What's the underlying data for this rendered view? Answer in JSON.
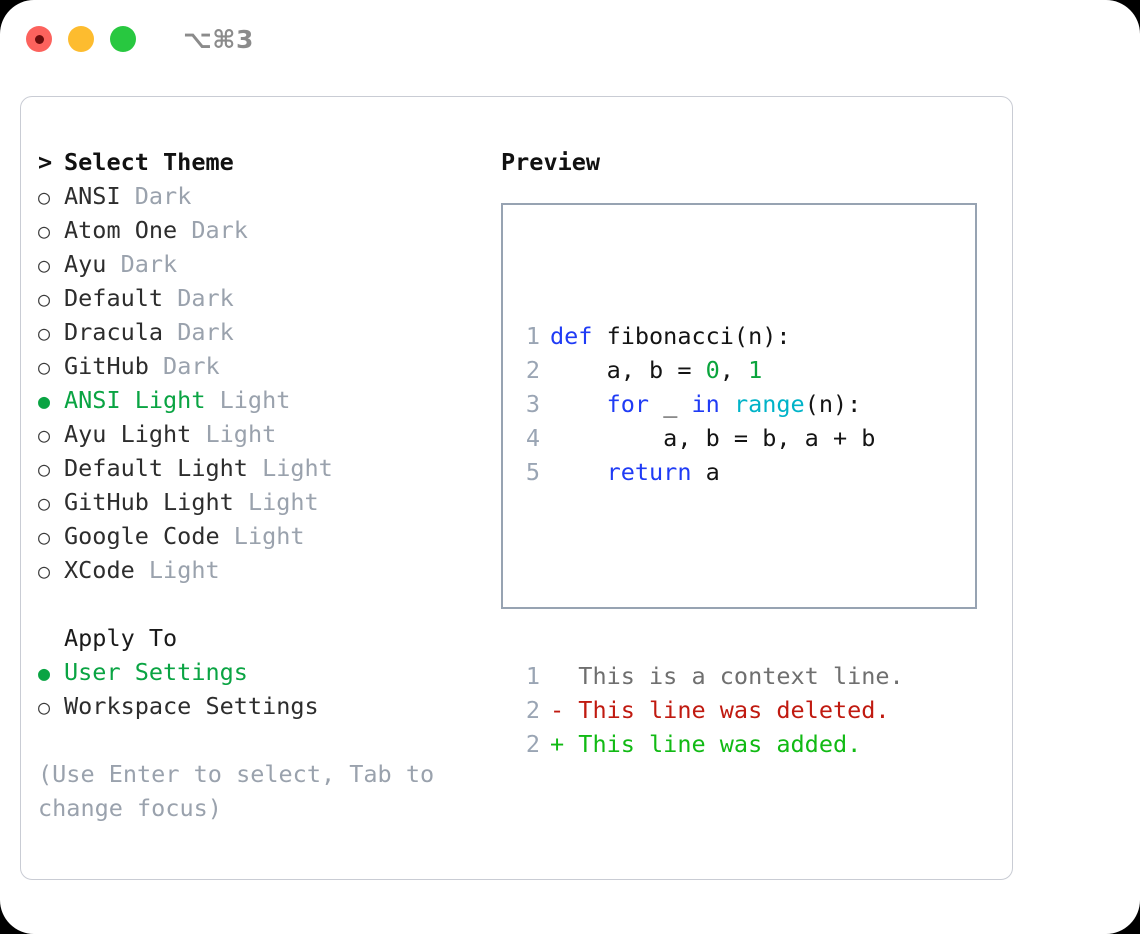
{
  "titlebar": {
    "shortcut": "⌥⌘3",
    "buttons": [
      {
        "name": "close",
        "color": "#fc625d"
      },
      {
        "name": "minimize",
        "color": "#fdbc2f"
      },
      {
        "name": "maximize",
        "color": "#28c840"
      }
    ]
  },
  "theme_list": {
    "header_marker": ">",
    "header_label": "Select Theme",
    "marker_unselected": "○",
    "marker_selected": "●",
    "items": [
      {
        "name": "ANSI",
        "kind": "Dark",
        "selected": false
      },
      {
        "name": "Atom One",
        "kind": "Dark",
        "selected": false
      },
      {
        "name": "Ayu",
        "kind": "Dark",
        "selected": false
      },
      {
        "name": "Default",
        "kind": "Dark",
        "selected": false
      },
      {
        "name": "Dracula",
        "kind": "Dark",
        "selected": false
      },
      {
        "name": "GitHub",
        "kind": "Dark",
        "selected": false
      },
      {
        "name": "ANSI Light",
        "kind": "Light",
        "selected": true
      },
      {
        "name": "Ayu Light",
        "kind": "Light",
        "selected": false
      },
      {
        "name": "Default Light",
        "kind": "Light",
        "selected": false
      },
      {
        "name": "GitHub Light",
        "kind": "Light",
        "selected": false
      },
      {
        "name": "Google Code",
        "kind": "Light",
        "selected": false
      },
      {
        "name": "XCode",
        "kind": "Light",
        "selected": false
      }
    ]
  },
  "apply_to": {
    "header_label": "Apply To",
    "items": [
      {
        "name": "User Settings",
        "selected": true
      },
      {
        "name": "Workspace Settings",
        "selected": false
      }
    ]
  },
  "hint": "(Use Enter to select, Tab to change focus)",
  "preview": {
    "title": "Preview",
    "code_lines": [
      {
        "ln": "1",
        "tokens": [
          {
            "t": "def ",
            "c": "kw"
          },
          {
            "t": "fibonacci(n):",
            "c": "plain"
          }
        ]
      },
      {
        "ln": "2",
        "tokens": [
          {
            "t": "    a, b = ",
            "c": "plain"
          },
          {
            "t": "0",
            "c": "num"
          },
          {
            "t": ", ",
            "c": "plain"
          },
          {
            "t": "1",
            "c": "num"
          }
        ]
      },
      {
        "ln": "3",
        "tokens": [
          {
            "t": "    ",
            "c": "plain"
          },
          {
            "t": "for",
            "c": "kw"
          },
          {
            "t": " _ ",
            "c": "plain"
          },
          {
            "t": "in",
            "c": "kw"
          },
          {
            "t": " ",
            "c": "plain"
          },
          {
            "t": "range",
            "c": "fn"
          },
          {
            "t": "(n):",
            "c": "plain"
          }
        ]
      },
      {
        "ln": "4",
        "tokens": [
          {
            "t": "        a, b = b, a + b",
            "c": "plain"
          }
        ]
      },
      {
        "ln": "5",
        "tokens": [
          {
            "t": "    ",
            "c": "plain"
          },
          {
            "t": "return",
            "c": "kw"
          },
          {
            "t": " a",
            "c": "plain"
          }
        ]
      }
    ],
    "diff_lines": [
      {
        "ln": "1",
        "sign": " ",
        "text": "This is a context line.",
        "c": "ctx"
      },
      {
        "ln": "2",
        "sign": "-",
        "text": "This line was deleted.",
        "c": "del"
      },
      {
        "ln": "2",
        "sign": "+",
        "text": "This line was added.",
        "c": "add"
      }
    ]
  },
  "colors": {
    "accent_green": "#0aa443",
    "muted_gray": "#9aa2ad",
    "panel_border": "#c9ccd4",
    "preview_border": "#97a3b2",
    "keyword_blue": "#1f3bf5",
    "number_green": "#0aa43c",
    "function_cyan": "#00b3c8",
    "diff_add": "#11ba14",
    "diff_del": "#c01a10"
  }
}
